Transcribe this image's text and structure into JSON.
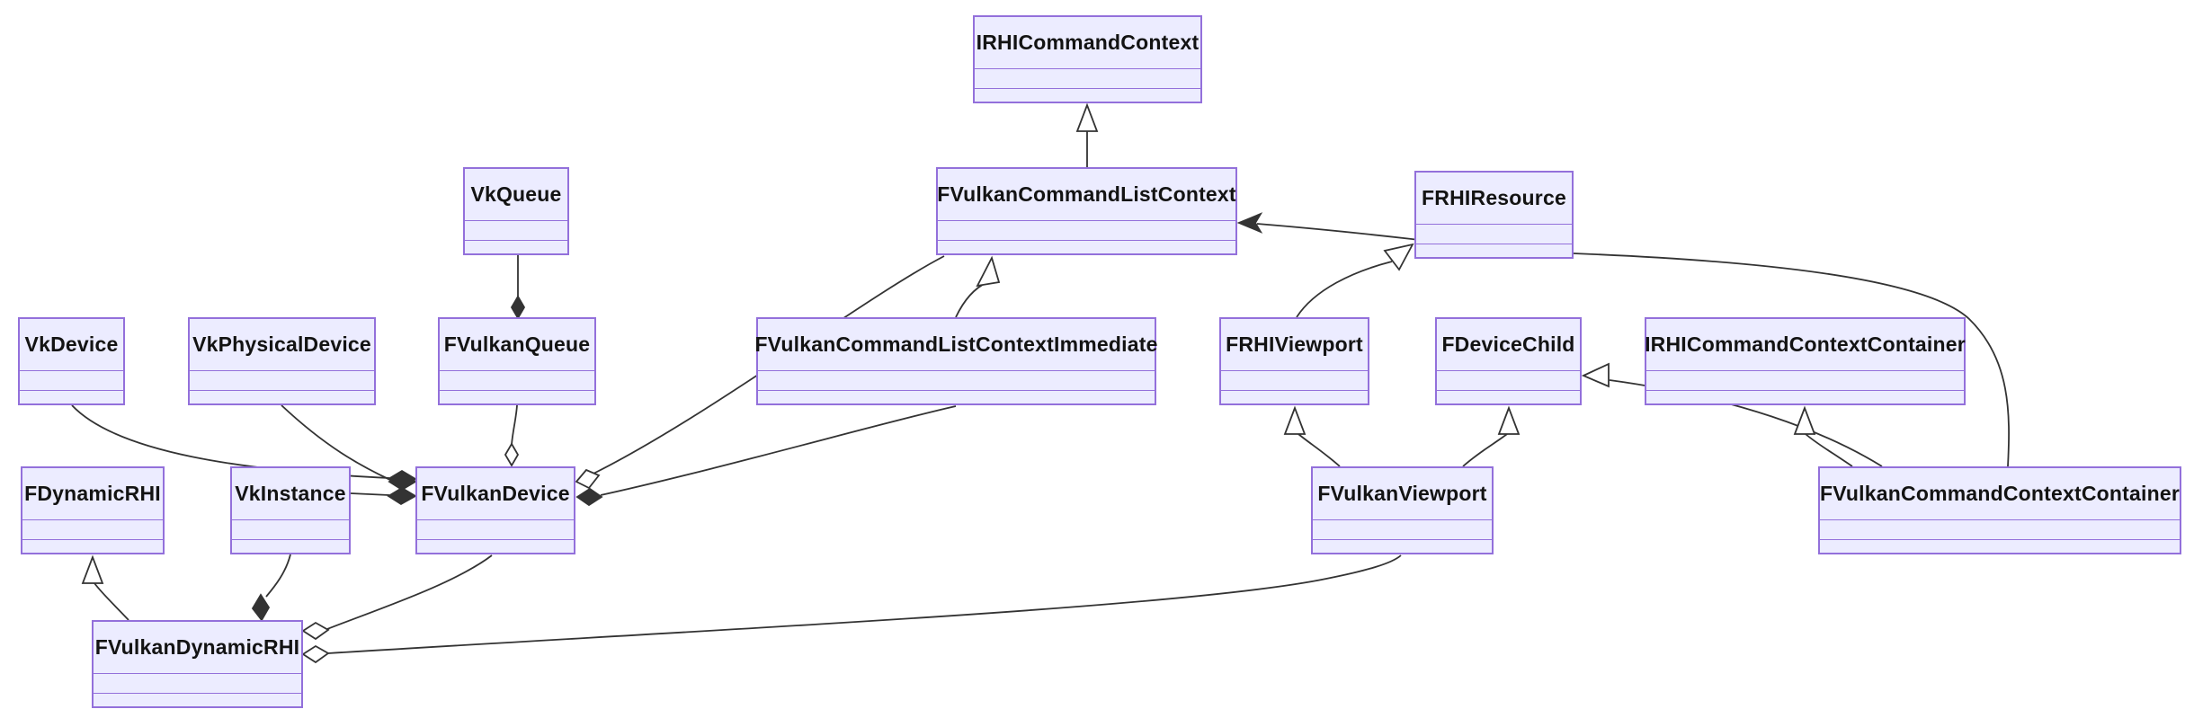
{
  "diagram": {
    "kind": "uml-class-diagram",
    "colors": {
      "node_fill": "#ECECFF",
      "node_border": "#9370DB",
      "edge": "#333333",
      "background": "#ffffff",
      "text": "#131313"
    },
    "classes": [
      {
        "id": "IRHICommandContext",
        "label": "IRHICommandContext"
      },
      {
        "id": "VkQueue",
        "label": "VkQueue"
      },
      {
        "id": "FVulkanCommandListContext",
        "label": "FVulkanCommandListContext"
      },
      {
        "id": "FRHIResource",
        "label": "FRHIResource"
      },
      {
        "id": "VkDevice",
        "label": "VkDevice"
      },
      {
        "id": "VkPhysicalDevice",
        "label": "VkPhysicalDevice"
      },
      {
        "id": "FVulkanQueue",
        "label": "FVulkanQueue"
      },
      {
        "id": "FVulkanCommandListContextImmediate",
        "label": "FVulkanCommandListContextImmediate"
      },
      {
        "id": "FRHIViewport",
        "label": "FRHIViewport"
      },
      {
        "id": "FDeviceChild",
        "label": "FDeviceChild"
      },
      {
        "id": "IRHICommandContextContainer",
        "label": "IRHICommandContextContainer"
      },
      {
        "id": "FDynamicRHI",
        "label": "FDynamicRHI"
      },
      {
        "id": "VkInstance",
        "label": "VkInstance"
      },
      {
        "id": "FVulkanDevice",
        "label": "FVulkanDevice"
      },
      {
        "id": "FVulkanViewport",
        "label": "FVulkanViewport"
      },
      {
        "id": "FVulkanCommandContextContainer",
        "label": "FVulkanCommandContextContainer"
      },
      {
        "id": "FVulkanDynamicRHI",
        "label": "FVulkanDynamicRHI"
      }
    ],
    "relationships": [
      {
        "from": "FVulkanCommandListContext",
        "to": "IRHICommandContext",
        "type": "inheritance"
      },
      {
        "from": "FVulkanCommandListContextImmediate",
        "to": "FVulkanCommandListContext",
        "type": "inheritance"
      },
      {
        "from": "FVulkanQueue",
        "to": "VkQueue",
        "type": "composition"
      },
      {
        "from": "FVulkanDevice",
        "to": "FVulkanQueue",
        "type": "aggregation"
      },
      {
        "from": "FVulkanDevice",
        "to": "VkDevice",
        "type": "composition"
      },
      {
        "from": "FVulkanDevice",
        "to": "VkPhysicalDevice",
        "type": "composition"
      },
      {
        "from": "FVulkanDevice",
        "to": "VkInstance",
        "type": "composition"
      },
      {
        "from": "FVulkanDevice",
        "to": "FVulkanCommandListContext",
        "type": "aggregation"
      },
      {
        "from": "FVulkanDevice",
        "to": "FVulkanCommandListContextImmediate",
        "type": "composition"
      },
      {
        "from": "FVulkanDynamicRHI",
        "to": "FDynamicRHI",
        "type": "inheritance"
      },
      {
        "from": "FVulkanDynamicRHI",
        "to": "VkInstance",
        "type": "composition"
      },
      {
        "from": "FVulkanDynamicRHI",
        "to": "FVulkanDevice",
        "type": "aggregation"
      },
      {
        "from": "FVulkanDynamicRHI",
        "to": "FVulkanViewport",
        "type": "aggregation"
      },
      {
        "from": "FVulkanViewport",
        "to": "FRHIViewport",
        "type": "inheritance"
      },
      {
        "from": "FVulkanViewport",
        "to": "FDeviceChild",
        "type": "inheritance"
      },
      {
        "from": "FRHIViewport",
        "to": "FRHIResource",
        "type": "inheritance"
      },
      {
        "from": "FVulkanCommandContextContainer",
        "to": "FDeviceChild",
        "type": "inheritance"
      },
      {
        "from": "FVulkanCommandContextContainer",
        "to": "IRHICommandContextContainer",
        "type": "inheritance"
      },
      {
        "from": "FVulkanCommandContextContainer",
        "to": "FVulkanCommandListContext",
        "type": "association"
      }
    ]
  }
}
